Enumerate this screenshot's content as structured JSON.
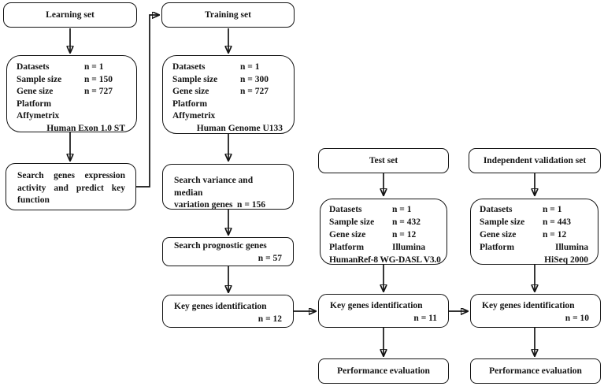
{
  "colors": {
    "background": "#ffffff",
    "line": "#141414",
    "text": "#141414"
  },
  "boxes": {
    "learning_set": {
      "title": "Learning set"
    },
    "training_set": {
      "title": "Training set"
    },
    "test_set": {
      "title": "Test set"
    },
    "validation_set": {
      "title": "Independent validation set"
    },
    "learning_data": {
      "rows": [
        {
          "label": "Datasets",
          "value": "n = 1"
        },
        {
          "label": "Sample size",
          "value": "n = 150"
        },
        {
          "label": "Gene size",
          "value": "n = 727"
        },
        {
          "label": "Platform"
        },
        {
          "label": "Affymetrix"
        }
      ],
      "footer": "Human Exon 1.0 ST"
    },
    "training_data": {
      "rows": [
        {
          "label": "Datasets",
          "value": "n = 1"
        },
        {
          "label": "Sample size",
          "value": "n = 300"
        },
        {
          "label": "Gene size",
          "value": "n = 727"
        },
        {
          "label": "Platform"
        },
        {
          "label": "Affymetrix"
        }
      ],
      "footer": "Human Genome U133"
    },
    "test_data": {
      "rows": [
        {
          "label": "Datasets",
          "value": "n = 1"
        },
        {
          "label": "Sample size",
          "value": "n = 432"
        },
        {
          "label": "Gene size",
          "value": "n = 12"
        },
        {
          "label": "Platform",
          "value": "Illumina"
        }
      ],
      "footer": "HumanRef-8 WG-DASL V3.0"
    },
    "validation_data": {
      "rows": [
        {
          "label": "Datasets",
          "value": "n = 1"
        },
        {
          "label": "Sample size",
          "value": "n = 443"
        },
        {
          "label": "Gene size",
          "value": "n = 12"
        },
        {
          "label": "Platform",
          "value": "Illumina"
        }
      ],
      "footer": "HiSeq 2000"
    },
    "search_genes": {
      "text": "Search genes expression activity and predict key function"
    },
    "search_variance": {
      "line1": "Search variance and median",
      "line2": "variation genes",
      "count": "n = 156"
    },
    "search_prognostic": {
      "title": "Search prognostic genes",
      "count": "n = 57"
    },
    "key_genes_training": {
      "title": "Key genes identification",
      "count": "n = 12"
    },
    "key_genes_test": {
      "title": "Key genes identification",
      "count": "n = 11"
    },
    "key_genes_validation": {
      "title": "Key genes identification",
      "count": "n = 10"
    },
    "performance_test": {
      "title": "Performance evaluation"
    },
    "performance_validation": {
      "title": "Performance evaluation"
    }
  }
}
